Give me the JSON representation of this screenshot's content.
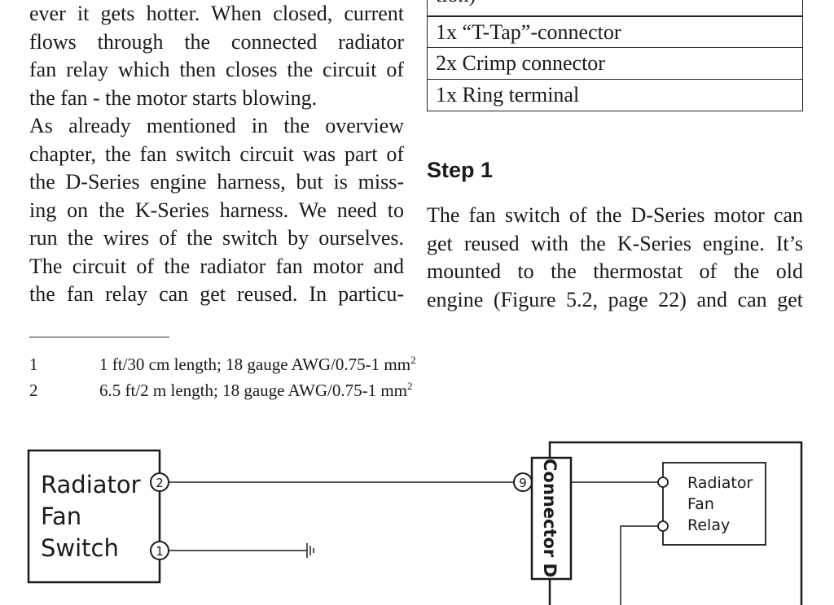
{
  "body_left": {
    "lines": [
      "ever it gets hotter. When closed, current",
      "flows through the connected radiator",
      "fan relay which then closes the circuit of",
      "the fan - the motor starts blowing.",
      "As already mentioned in the overview",
      "chapter, the fan switch circuit was part of",
      "the D-Series engine harness, but is miss-",
      "ing on the K-Series harness. We need to",
      "run the wires of the switch by ourselves.",
      "The circuit of the radiator fan motor and",
      "the fan relay can get reused. In particu-"
    ]
  },
  "parts_table": {
    "rows": [
      "tion)",
      "1x “T-Tap”-connector",
      "2x Crimp connector",
      "1x Ring terminal"
    ]
  },
  "step": {
    "heading": "Step 1",
    "lines": [
      "The fan switch of the D-Series motor can",
      "get reused with the K-Series engine. It’s",
      "mounted to the thermostat of the old",
      "engine (Figure 5.2, page 22) and can get"
    ]
  },
  "footnotes": [
    {
      "number": "1",
      "text": "1 ft/30 cm length; 18 gauge AWG/0.75-1 mm",
      "sup": "2"
    },
    {
      "number": "2",
      "text": "6.5 ft/2 m length; 18 gauge AWG/0.75-1 mm",
      "sup": "2"
    }
  ],
  "diagram": {
    "fan_switch": {
      "label_lines": [
        "Radiator",
        "Fan",
        "Switch"
      ],
      "pins": [
        "2",
        "1"
      ]
    },
    "connector": {
      "label": "Connector D",
      "pin": "9"
    },
    "relay": {
      "label_lines": [
        "Radiator",
        "Fan",
        "Relay"
      ]
    }
  }
}
